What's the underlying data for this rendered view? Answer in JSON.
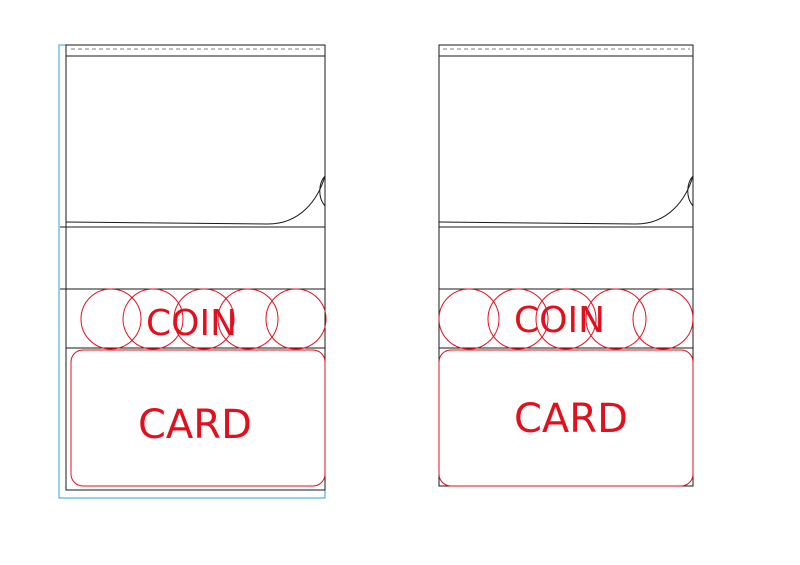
{
  "diagram": {
    "panels": [
      {
        "id": "left",
        "coin_label": "COIN",
        "card_label": "CARD",
        "coins_count": 5,
        "has_guides": true
      },
      {
        "id": "right",
        "coin_label": "COIN",
        "card_label": "CARD",
        "coins_count": 5,
        "has_guides": false
      }
    ]
  },
  "colors": {
    "outline": "#1a1a1a",
    "accent_red": "#e0101e",
    "guide_blue": "#2aa3d8",
    "background": "#ffffff"
  }
}
